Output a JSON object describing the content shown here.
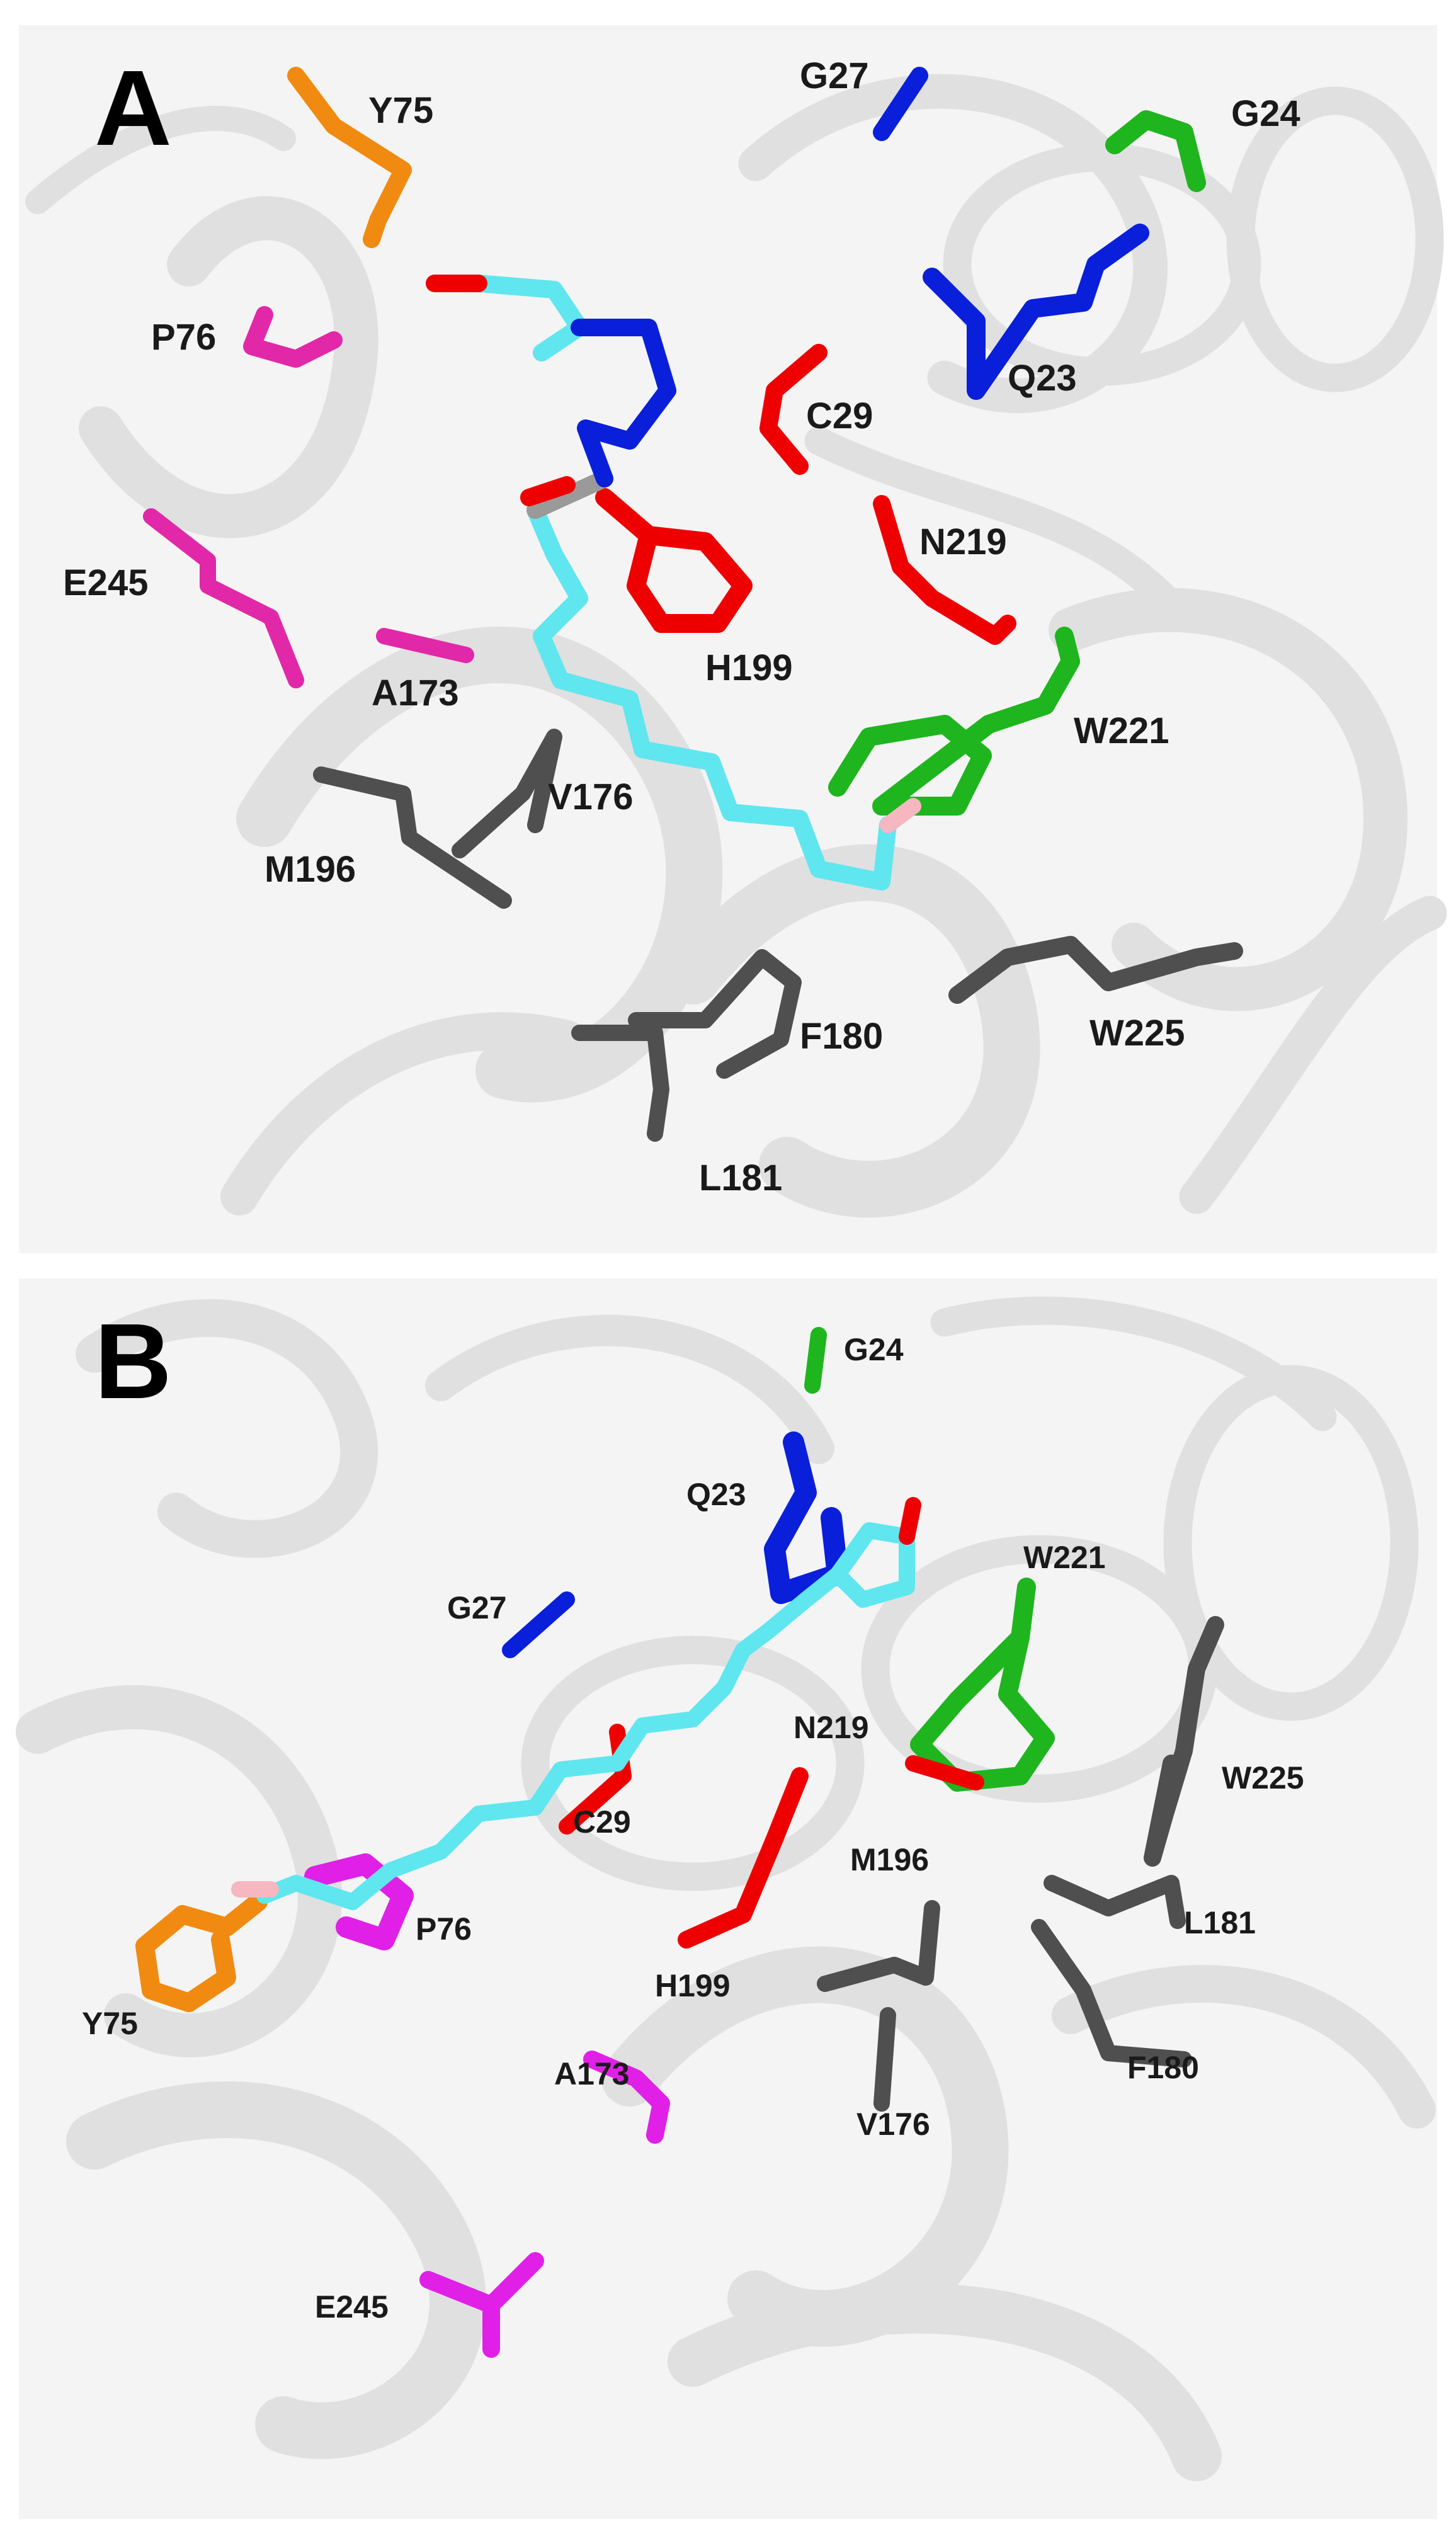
{
  "colors": {
    "background": "#ffffff",
    "panel_bg": "#f3f3f3",
    "ribbon": "#e2e2e2",
    "ligand_cyan": "#5fe6ef",
    "oxygen_red": "#ee0000",
    "nitrogen_blue": "#0a1fd9",
    "green": "#1fb51f",
    "orange": "#f08a10",
    "magenta_a": "#e028a8",
    "magenta_b": "#e020e6",
    "grey": "#4f4f4f",
    "pink": "#f7b7c0"
  },
  "panel_a": {
    "label": "A",
    "residues": {
      "y75": "Y75",
      "p76": "P76",
      "e245": "E245",
      "a173": "A173",
      "m196": "M196",
      "v176": "V176",
      "f180": "F180",
      "l181": "L181",
      "w225": "W225",
      "w221": "W221",
      "h199": "H199",
      "n219": "N219",
      "c29": "C29",
      "q23": "Q23",
      "g27": "G27",
      "g24": "G24"
    }
  },
  "panel_b": {
    "label": "B",
    "residues": {
      "g24": "G24",
      "q23": "Q23",
      "w221": "W221",
      "g27": "G27",
      "n219": "N219",
      "w225": "W225",
      "c29": "C29",
      "m196": "M196",
      "l181": "L181",
      "p76": "P76",
      "h199": "H199",
      "y75": "Y75",
      "f180": "F180",
      "v176": "V176",
      "a173": "A173",
      "e245": "E245"
    }
  }
}
